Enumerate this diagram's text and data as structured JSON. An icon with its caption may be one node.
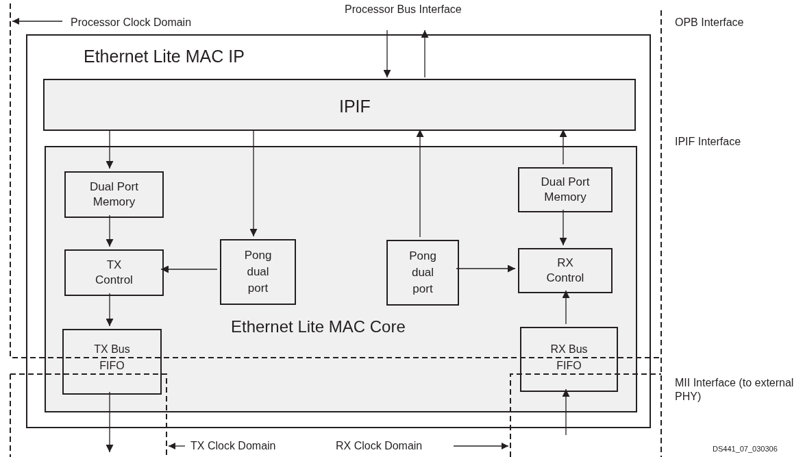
{
  "diagram": {
    "nodes": [
      {
        "text": [
          "Ethernet Lite MAC IP"
        ]
      },
      {
        "text": [
          "IPIF"
        ],
        "in": 0
      },
      {
        "text": [
          "Ethernet Lite MAC Core"
        ],
        "in": 0
      },
      {
        "text": [
          "Dual Port Memory"
        ],
        "in": 2
      },
      {
        "text": [
          "TX Control"
        ],
        "in": 2
      },
      {
        "text": [
          "TX Bus FIFO"
        ],
        "in": 2
      },
      {
        "text": [
          "Pong dual port"
        ],
        "in": 2
      },
      {
        "text": [
          "Pong dual port"
        ],
        "in": 2
      },
      {
        "text": [
          "Dual Port Memory"
        ],
        "in": 2
      },
      {
        "text": [
          "RX Control"
        ],
        "in": 2
      },
      {
        "text": [
          "RX Bus FIFO"
        ],
        "in": 2
      }
    ],
    "edges": [
      {
        "from": 1,
        "to": 3,
        "arrow": "to"
      },
      {
        "from": 1,
        "to": 6,
        "arrow": "to"
      },
      {
        "from": 7,
        "to": 1,
        "arrow": "to"
      },
      {
        "from": 8,
        "to": 1,
        "arrow": "to"
      },
      {
        "from": 3,
        "to": 4,
        "arrow": "to"
      },
      {
        "from": 6,
        "to": 4,
        "arrow": "to"
      },
      {
        "from": 4,
        "to": 5,
        "arrow": "to"
      },
      {
        "from": 7,
        "to": 9,
        "arrow": "to"
      },
      {
        "from": 8,
        "to": 9,
        "arrow": "to"
      },
      {
        "from": 10,
        "to": 9,
        "arrow": "to"
      },
      {
        "from": 5,
        "to": null,
        "arrow": "to"
      },
      {
        "from": null,
        "to": 10,
        "arrow": "to"
      },
      {
        "from": null,
        "to": 1,
        "arrow": "to"
      },
      {
        "from": 1,
        "to": null,
        "arrow": "to"
      }
    ],
    "labels": [
      "Processor Clock Domain",
      "Processor Bus Interface",
      "OPB Interface",
      "IPIF Interface",
      "MII Interface (to external PHY)",
      "TX Clock Domain",
      "RX Clock Domain",
      "DS441_07_030306"
    ]
  }
}
